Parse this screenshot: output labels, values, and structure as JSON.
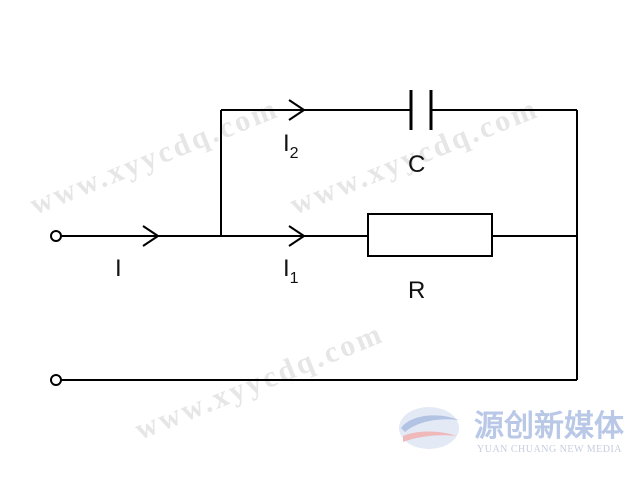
{
  "watermark": {
    "text": "www.xyycdq.com"
  },
  "labels": {
    "total_current": "I",
    "branch_current_2": "I",
    "branch_current_2_sub": "2",
    "branch_current_1": "I",
    "branch_current_1_sub": "1",
    "capacitor": "C",
    "resistor": "R"
  },
  "logo": {
    "name_cn": "源创新媒体",
    "name_en": "YUAN CHUANG NEW MEDIA"
  }
}
